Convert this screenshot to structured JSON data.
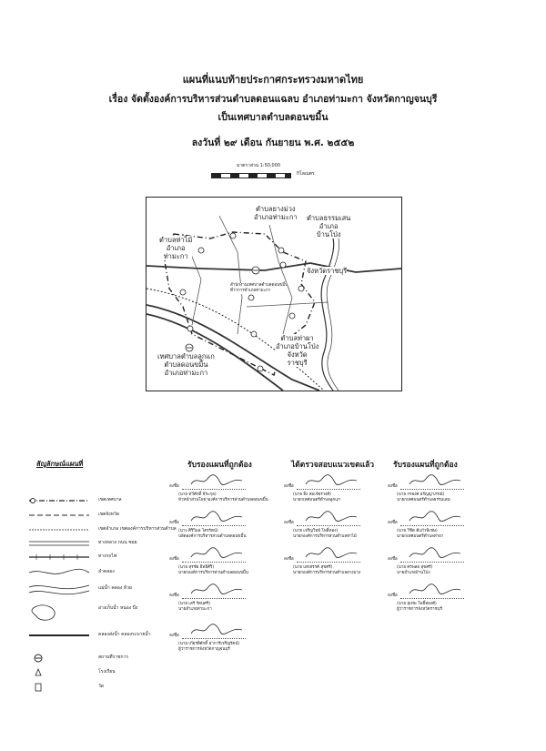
{
  "header": {
    "title": "แผนที่แนบท้ายประกาศกระทรวงมหาดไทย",
    "subject": "เรื่อง จัดตั้งองค์การบริหารส่วนตำบลดอนแฉลบ อำเภอท่ามะกา จังหวัดกาญจนบุรี",
    "subtitle": "เป็นเทศบาลตำบลดอนขมิ้น",
    "date": "ลงวันที่ ๒๙ เดือน กันยายน พ.ศ. ๒๕๕๒"
  },
  "scale": {
    "ratio": "มาตราส่วน 1:50,000",
    "unit": "กิโลเมตร"
  },
  "map": {
    "labels": {
      "nw_a": "ตำบลยางม่วง",
      "nw_b": "อำเภอท่ามะกา",
      "ne_a": "ตำบลธรรมเสน",
      "ne_b": "อำเภอ",
      "ne_c": "บ้านโป่ง",
      "w_a": "ตำบลท่าไม้",
      "w_b": "อำเภอ",
      "w_c": "ท่ามะกา",
      "e_a": "จังหวัดราชบุรี",
      "center": "สำนักงานเทศบาลตำบลดอนขมิ้น",
      "center2": "ที่ว่าการอำเภอท่ามะกา",
      "se_a": "ตำบลท่าผา",
      "se_b": "อำเภอบ้านโป่ง",
      "se_c": "จังหวัด",
      "se_d": "ราชบุรี",
      "sw_a": "เทศบาลตำบลลูกแก",
      "sw_b": "ตำบลดอนขมิ้น",
      "sw_c": "อำเภอท่ามะกา"
    }
  },
  "legend": {
    "title": "สัญลักษณ์แผนที่",
    "items": [
      "เขตเทศบาล",
      "เขตจังหวัด",
      "เขตอำเภอ เขตองค์การบริหารส่วนตำบล",
      "ทางหลวง ถนน ซอย",
      "ทางรถไฟ",
      "ลำคลอง",
      "แม่น้ำ คลอง ห้วย",
      "อ่างเก็บน้ำ หนอง บึง",
      "คลองส่งน้ำ คลองระบายน้ำ",
      "สถานที่ราชการ",
      "โรงเรียน",
      "วัด"
    ]
  },
  "columns": {
    "left": "รับรองแผนที่ถูกต้อง",
    "middle": "ได้ตรวจสอบแนวเขตแล้ว",
    "right": "รับรองแผนที่ถูกต้อง"
  },
  "signatures": {
    "lead": "ลงชื่อ",
    "left": [
      {
        "name": "(นาย ทวีศักดิ์ ธีระกุล)",
        "position": "หัวหน้าส่วนโยธาองค์การบริหารส่วนตำบลดอนขมิ้น"
      },
      {
        "name": "(นาง ศิริวิมล ไตรรัตน์)",
        "position": "ปลัดองค์การบริหารส่วนตำบลดอนขมิ้น"
      },
      {
        "name": "(นาย สุรชัย อิทธิศิริ)",
        "position": "นายกองค์การบริหารส่วนตำบลดอนขมิ้น"
      },
      {
        "name": "(นาย เสรี รัตนศรี)",
        "position": "นายอำเภอท่ามะกา"
      },
      {
        "name": "(นาย เกียรติศักดิ์ อาการีเจริญรัตน์)",
        "position": "ผู้ว่าราชการจังหวัดกาญจนบุรี"
      }
    ],
    "middle": [
      {
        "name": "(นาย ยิ่ง สมเจียรวงศ์)",
        "position": "นายกเทศมนตรีตำบลลูกแก"
      },
      {
        "name": "(นาย เจริญวิทย์ โพธิ์ทอง)",
        "position": "นายกองค์การบริหารส่วนตำบลท่าไม้"
      },
      {
        "name": "(นาย เสกสรรค์ สุขศรี)",
        "position": "นายกองค์การบริหารส่วนตำบลยางม่วง"
      }
    ],
    "right": [
      {
        "name": "(นาย กรองศ อรัญญาภรณ์)",
        "position": "นายกเทศมนตรีตำบลธรรมเสน"
      },
      {
        "name": "(นาย วิชิต ดีแก้วพิเชษ)",
        "position": "นายกเทศมนตรีตำบลท่าผา"
      },
      {
        "name": "(นาย ศรพลย สุขศรี)",
        "position": "นายอำเภอบ้านโป่ง"
      },
      {
        "name": "(นาย สุเทพ โพธิ์ทองดี)",
        "position": "ผู้ว่าราชการจังหวัดราชบุรี"
      }
    ]
  }
}
